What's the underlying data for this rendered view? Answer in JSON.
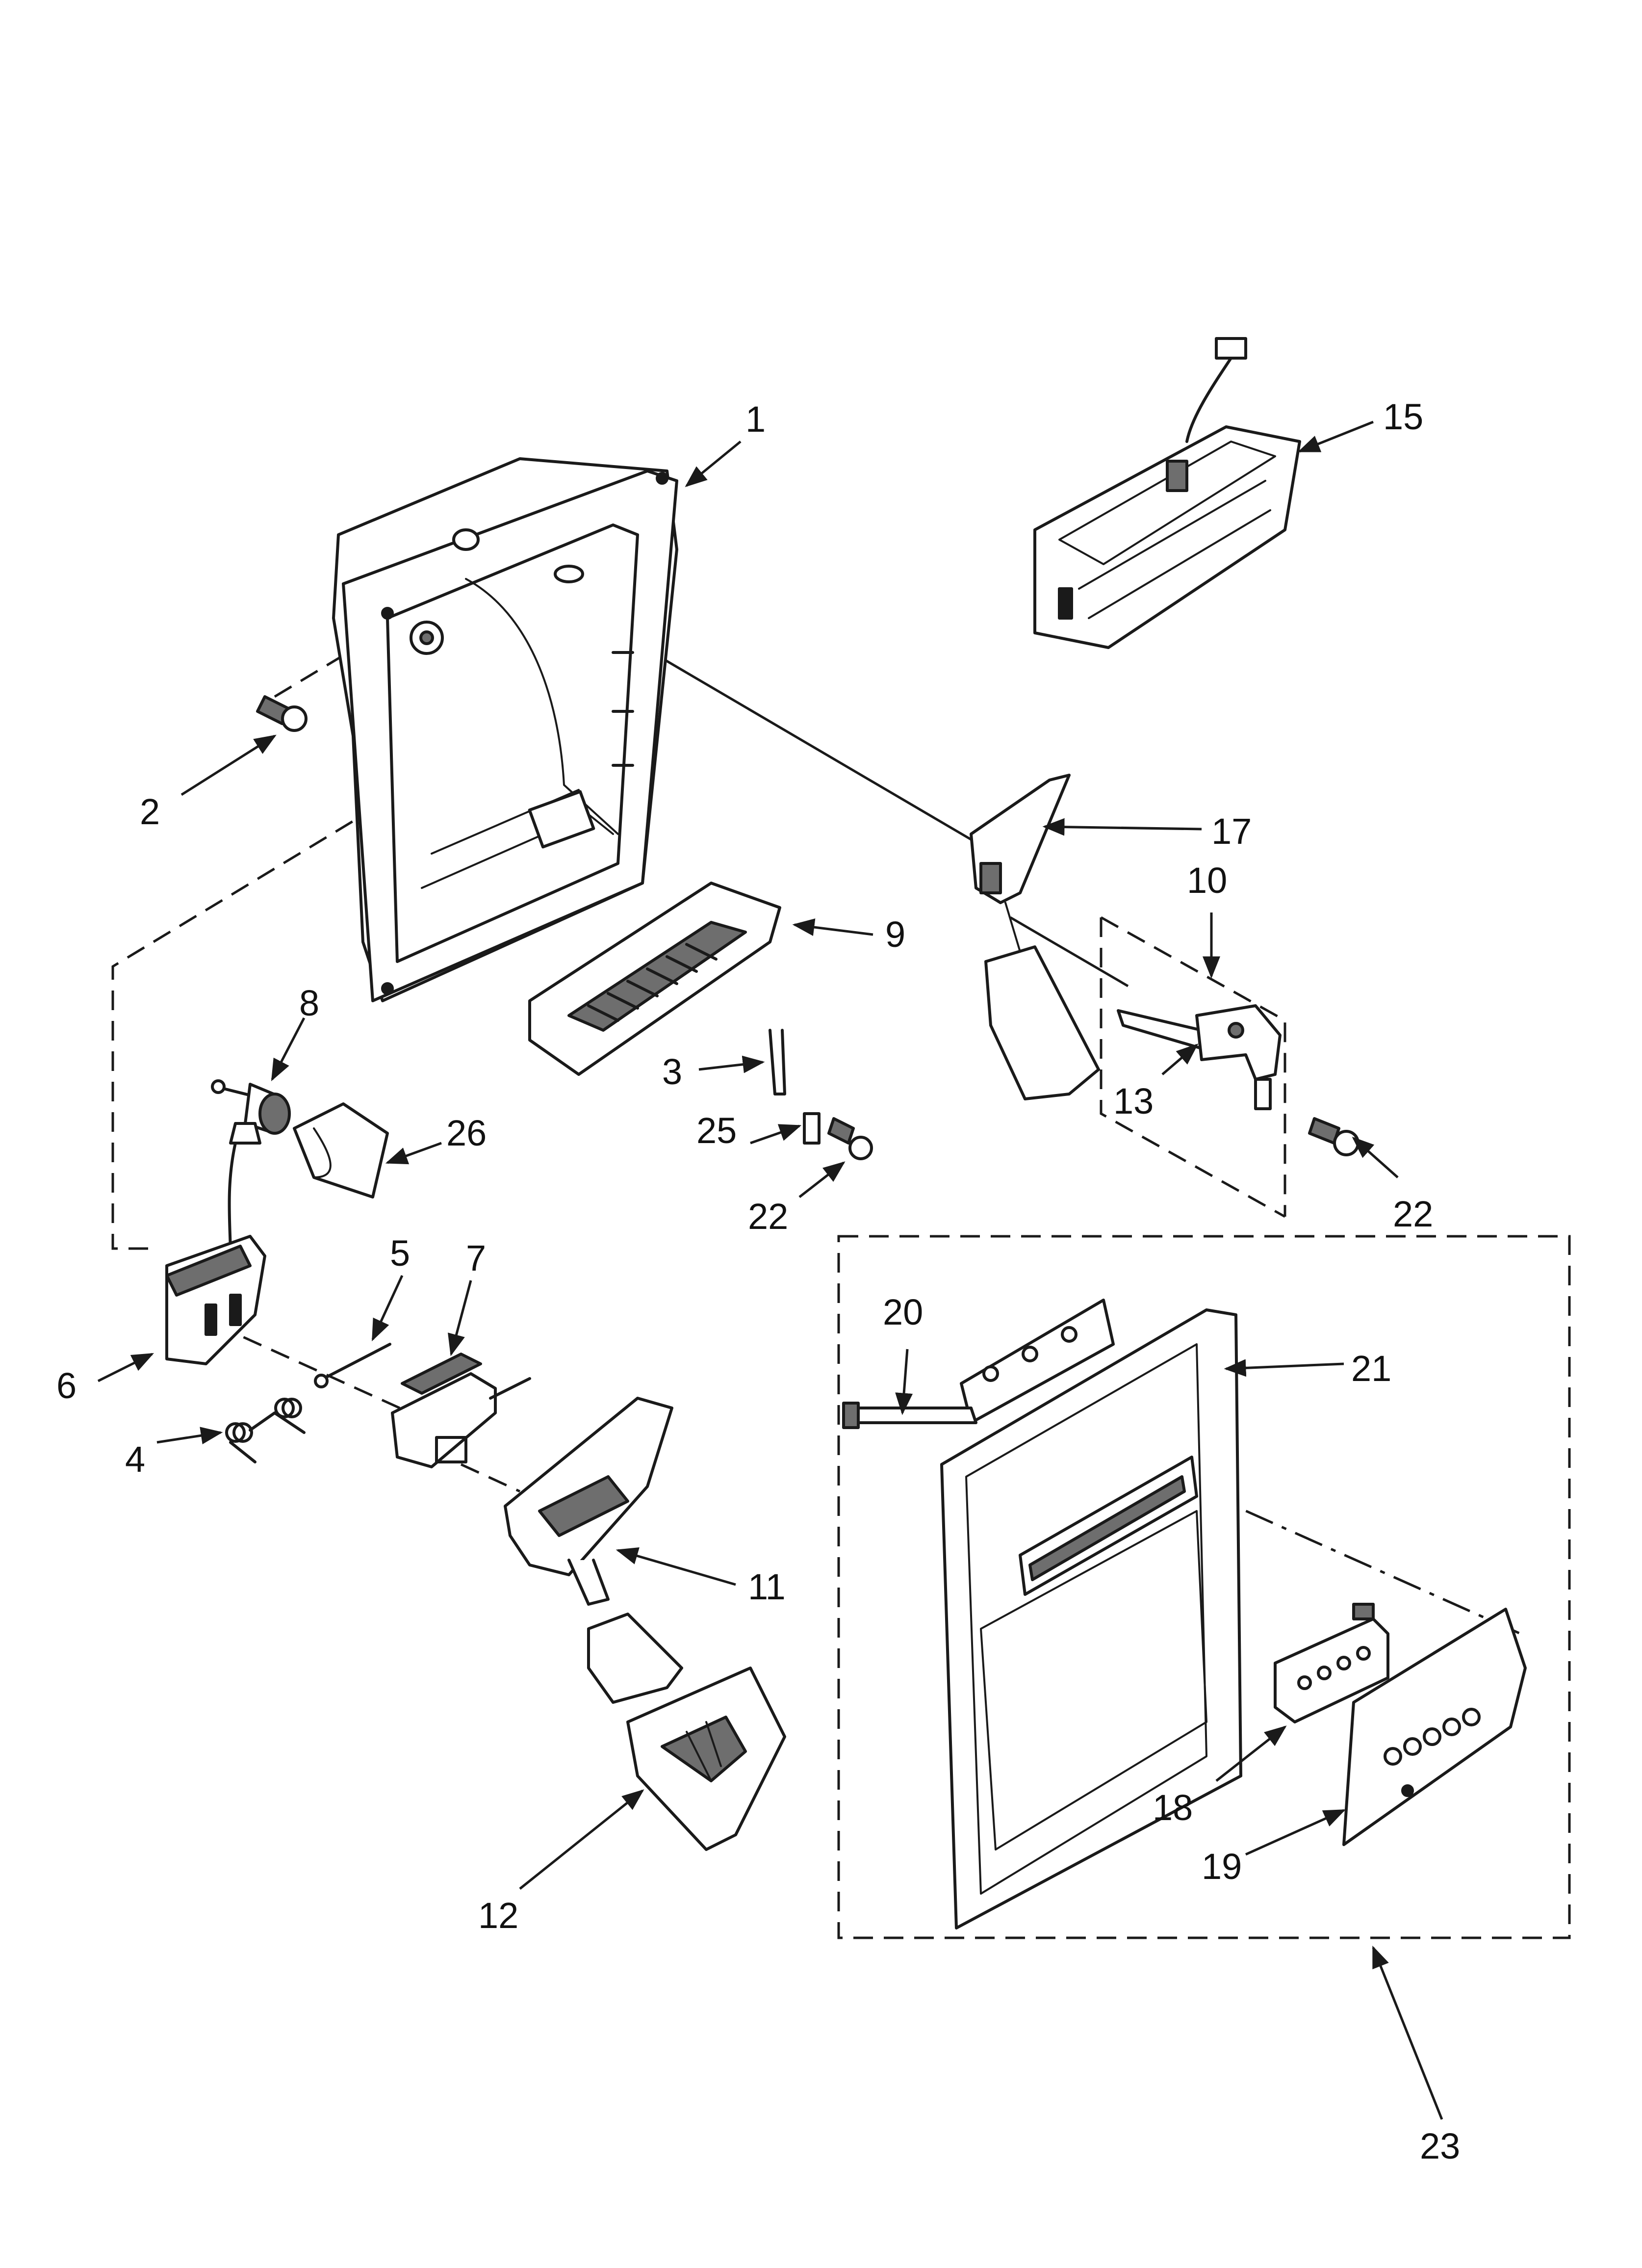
{
  "callouts": {
    "c1": "1",
    "c2": "2",
    "c3": "3",
    "c4": "4",
    "c5": "5",
    "c6": "6",
    "c7": "7",
    "c8": "8",
    "c9": "9",
    "c10": "10",
    "c11": "11",
    "c12": "12",
    "c13": "13",
    "c15": "15",
    "c17": "17",
    "c18": "18",
    "c19": "19",
    "c20": "20",
    "c21": "21",
    "c22a": "22",
    "c22b": "22",
    "c23": "23",
    "c25": "25",
    "c26": "26"
  }
}
